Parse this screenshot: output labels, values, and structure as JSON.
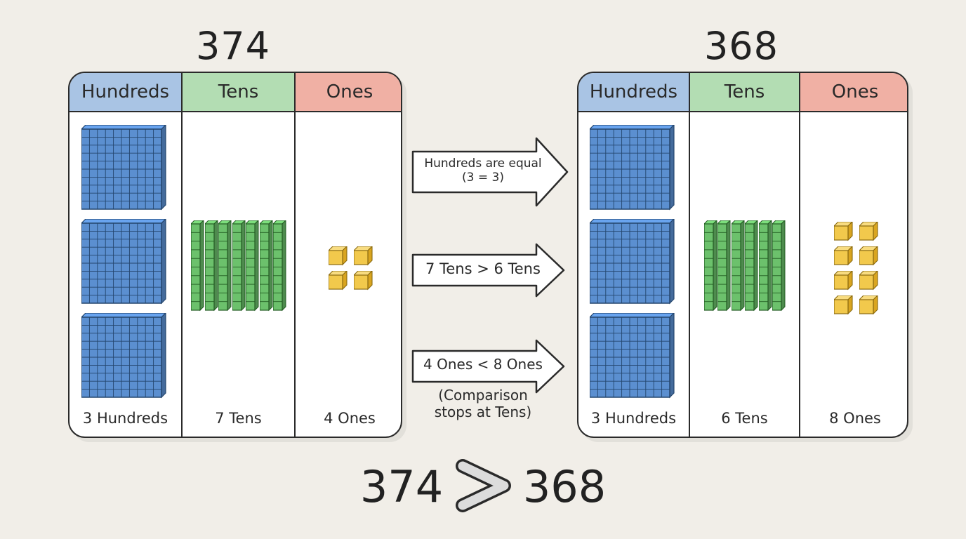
{
  "left": {
    "number": "374",
    "headers": {
      "hundreds": "Hundreds",
      "tens": "Tens",
      "ones": "Ones"
    },
    "counts": {
      "hundreds": 3,
      "tens": 7,
      "ones": 4
    },
    "labels": {
      "hundreds": "3 Hundreds",
      "tens": "7 Tens",
      "ones": "4 Ones"
    }
  },
  "right": {
    "number": "368",
    "headers": {
      "hundreds": "Hundreds",
      "tens": "Tens",
      "ones": "Ones"
    },
    "counts": {
      "hundreds": 3,
      "tens": 6,
      "ones": 8
    },
    "labels": {
      "hundreds": "3 Hundreds",
      "tens": "6 Tens",
      "ones": "8 Ones"
    }
  },
  "arrows": [
    {
      "line1": "Hundreds are equal",
      "line2": "(3 = 3)"
    },
    {
      "line1": "7 Tens > 6 Tens",
      "line2": ""
    },
    {
      "line1": "4 Ones < 8 Ones",
      "line2": ""
    }
  ],
  "note": {
    "line1": "(Comparison",
    "line2": "stops at Tens)"
  },
  "result": {
    "left": "374",
    "symbol": ">",
    "right": "368"
  },
  "colors": {
    "background": "#f1eee8",
    "hundreds_header": "#a9c4e4",
    "tens_header": "#b3ddb3",
    "ones_header": "#f0b0a4",
    "flat": "#5b8fd0",
    "rod": "#6cc16c",
    "cube": "#f2c94c"
  }
}
